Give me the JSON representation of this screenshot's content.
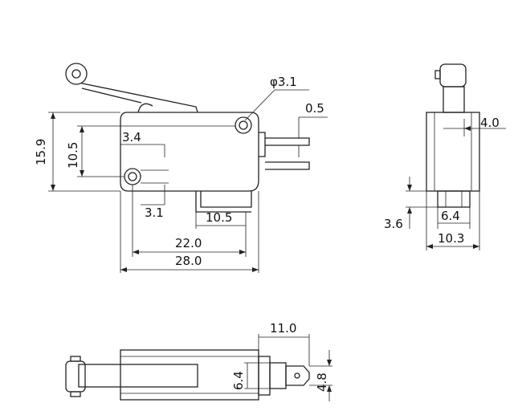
{
  "labels": {
    "dia_hole": "φ3.1",
    "gap_top": "0.5",
    "height_total": "15.9",
    "height_hole": "10.5",
    "hole_offset_x": "3.4",
    "hole_offset_y": "3.1",
    "terminal_len": "10.5",
    "width_inner": "22.0",
    "width_total": "28.0",
    "side_actuator": "4.0",
    "side_terminal_w": "6.4",
    "side_base_h": "3.6",
    "side_width": "10.3",
    "bottom_len": "11.0",
    "bottom_body_h": "6.4",
    "bottom_tab_h": "4.8"
  }
}
